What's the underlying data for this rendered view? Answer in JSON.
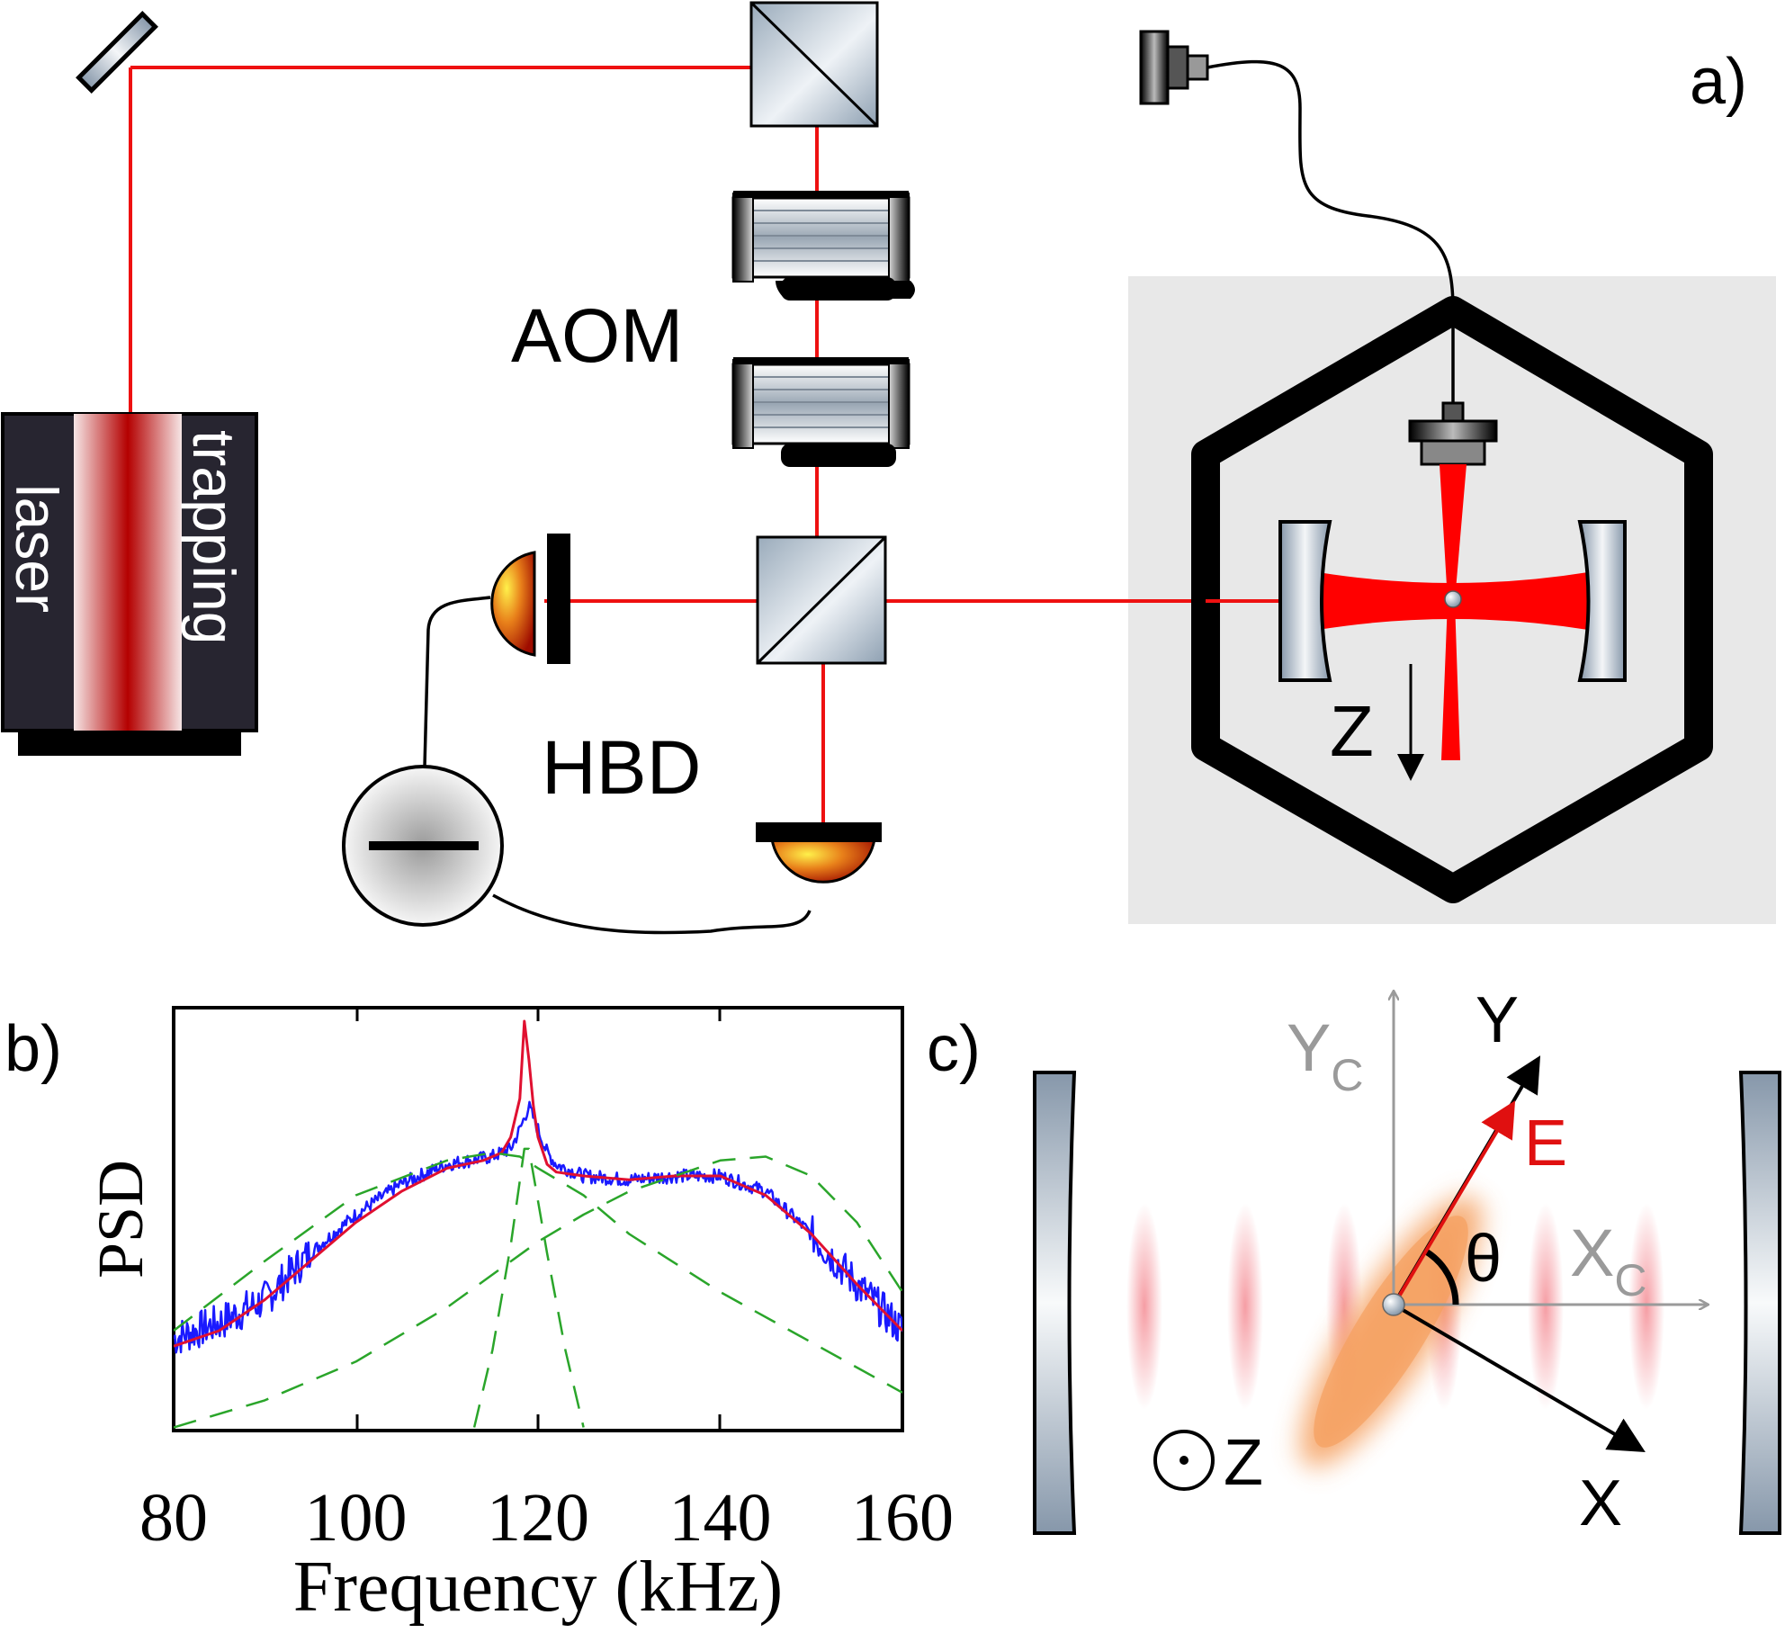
{
  "panels": {
    "a": {
      "panel_label": "a)",
      "laser_label_left": "laser",
      "laser_label_right": "trapping",
      "aom_label": "AOM",
      "hbd_label": "HBD",
      "z_axis_label": "Z"
    },
    "b": {
      "panel_label": "b)"
    },
    "c": {
      "panel_label": "c)",
      "y_axis_label": "Y",
      "x_axis_label": "X",
      "yc_label": "Y",
      "yc_subscript": "C",
      "xc_label": "X",
      "xc_subscript": "C",
      "e_field_label": "E",
      "angle_label": "θ",
      "z_label": "Z"
    }
  },
  "colors": {
    "beam": "#ee1111",
    "measured_trace": "#1a1aff",
    "fit_trace": "#e01030",
    "component_fits": "#2aa52a",
    "chamber_bg": "#e8e8e8"
  },
  "chart_data": {
    "type": "line",
    "title": "",
    "xlabel": "Frequency (kHz)",
    "ylabel": "PSD",
    "xlim": [
      80,
      160
    ],
    "xticks": [
      80,
      100,
      120,
      140,
      160
    ],
    "y_scale": "log, unlabeled",
    "series": [
      {
        "style": "solid blue, noisy measured spectrum",
        "x": [
          80,
          85,
          90,
          95,
          100,
          105,
          110,
          115,
          117,
          118,
          119,
          120,
          121,
          122,
          125,
          130,
          135,
          140,
          145,
          150,
          155,
          160
        ],
        "y": [
          0.18,
          0.22,
          0.28,
          0.4,
          0.5,
          0.58,
          0.63,
          0.65,
          0.67,
          0.72,
          0.78,
          0.72,
          0.66,
          0.63,
          0.6,
          0.59,
          0.6,
          0.6,
          0.56,
          0.45,
          0.32,
          0.2
        ]
      },
      {
        "style": "solid red, total fit",
        "x": [
          80,
          85,
          90,
          95,
          100,
          105,
          110,
          114,
          116,
          117,
          118,
          118.5,
          119,
          119.5,
          120,
          121,
          122,
          125,
          130,
          135,
          140,
          145,
          150,
          155,
          160
        ],
        "y": [
          0.16,
          0.2,
          0.28,
          0.38,
          0.48,
          0.56,
          0.62,
          0.64,
          0.66,
          0.7,
          0.8,
          1.0,
          0.9,
          0.78,
          0.7,
          0.63,
          0.61,
          0.6,
          0.59,
          0.6,
          0.6,
          0.55,
          0.45,
          0.32,
          0.2
        ]
      },
      {
        "style": "dashed green, fit component",
        "x": [
          80,
          90,
          100,
          110,
          115,
          118,
          120,
          125,
          130,
          140,
          150,
          160
        ],
        "y": [
          0.2,
          0.38,
          0.55,
          0.64,
          0.66,
          0.65,
          0.62,
          0.55,
          0.45,
          0.3,
          0.17,
          0.04
        ]
      },
      {
        "style": "dashed green, fit component",
        "x": [
          80,
          90,
          100,
          110,
          120,
          125,
          130,
          140,
          145,
          150,
          155,
          160
        ],
        "y": [
          -0.05,
          0.02,
          0.12,
          0.26,
          0.43,
          0.5,
          0.56,
          0.64,
          0.65,
          0.6,
          0.48,
          0.3
        ]
      },
      {
        "style": "dashed green, fit component",
        "x": [
          113,
          115,
          117,
          118.5,
          119,
          121,
          123,
          125
        ],
        "y": [
          -0.05,
          0.15,
          0.42,
          0.67,
          0.67,
          0.4,
          0.15,
          -0.05
        ]
      }
    ]
  }
}
